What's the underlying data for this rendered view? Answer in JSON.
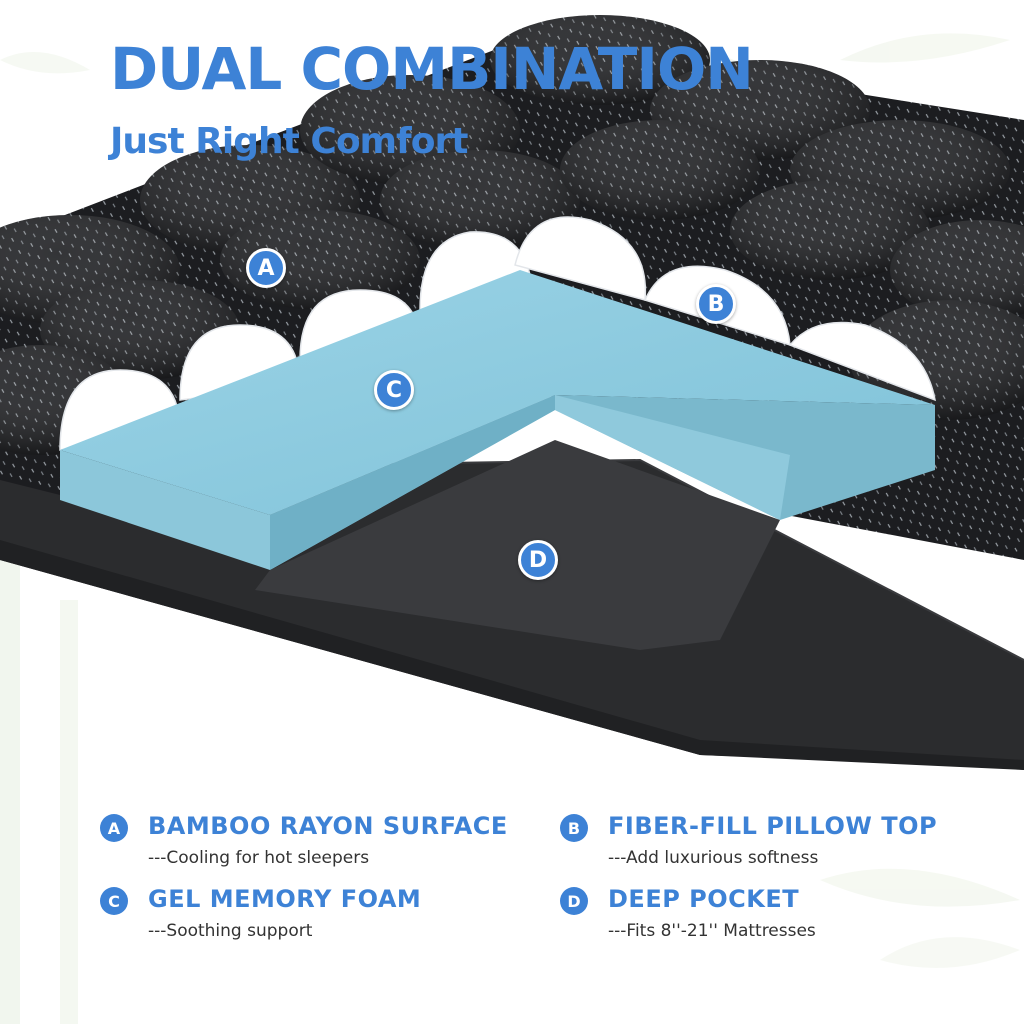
{
  "headline": "DUAL COMBINATION",
  "subheadline": "Just Right Comfort",
  "colors": {
    "accent": "#3d82d6",
    "bamboo_cover": "#1e1f22",
    "gel_foam": "#86c8dc",
    "pillow_fill": "#ffffff",
    "skirt": "#2b2c2e"
  },
  "markers": {
    "a": "A",
    "b": "B",
    "c": "C",
    "d": "D"
  },
  "features": [
    {
      "letter": "A",
      "title": "BAMBOO RAYON SURFACE",
      "desc": "---Cooling for hot sleepers"
    },
    {
      "letter": "B",
      "title": "FIBER-FILL PILLOW TOP",
      "desc": "---Add luxurious softness"
    },
    {
      "letter": "C",
      "title": "GEL MEMORY FOAM",
      "desc": "---Soothing support"
    },
    {
      "letter": "D",
      "title": "DEEP POCKET",
      "desc": "---Fits 8''-21'' Mattresses"
    }
  ]
}
